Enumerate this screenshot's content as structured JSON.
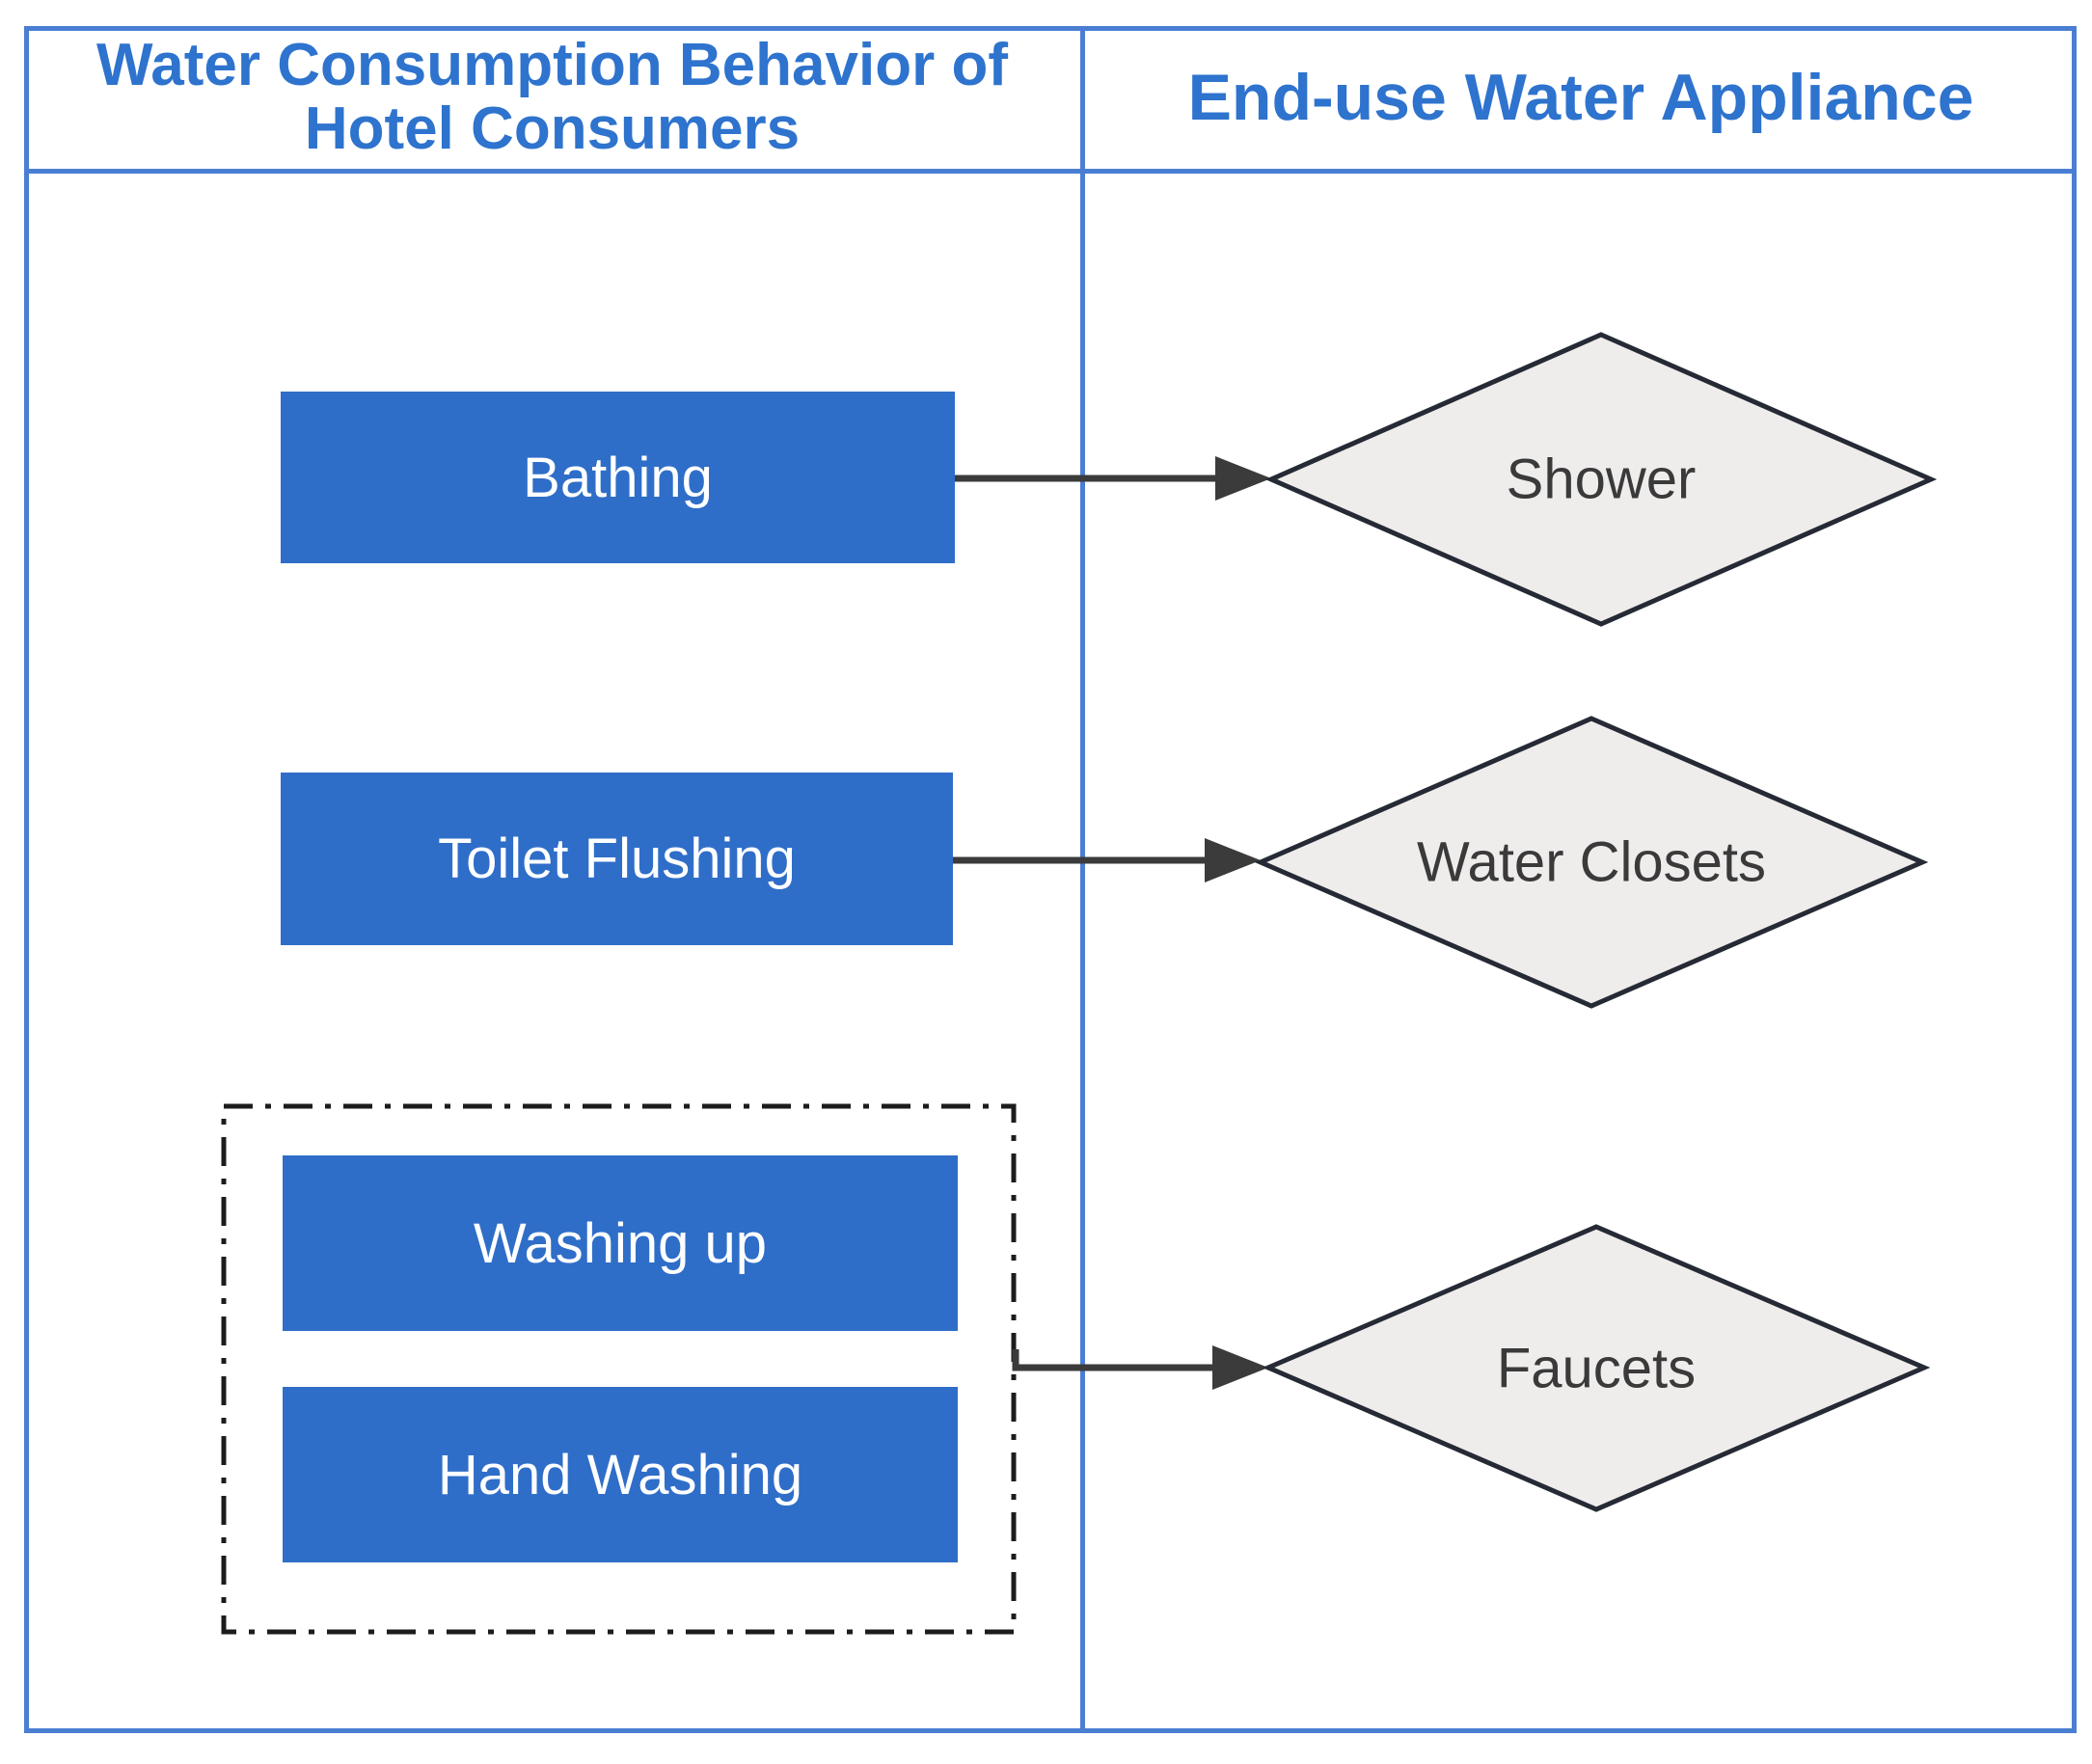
{
  "diagram": {
    "left_column": {
      "header": "Water Consumption Behavior of Hotel Consumers",
      "behaviors": [
        {
          "label": "Bathing"
        },
        {
          "label": "Toilet Flushing"
        },
        {
          "label": "Washing up",
          "grouped": true
        },
        {
          "label": "Hand Washing",
          "grouped": true
        }
      ]
    },
    "right_column": {
      "header": "End-use Water Appliance",
      "appliances": [
        {
          "label": "Shower"
        },
        {
          "label": "Water Closets"
        },
        {
          "label": "Faucets"
        }
      ]
    },
    "connections": [
      {
        "from": "Bathing",
        "to": "Shower"
      },
      {
        "from": "Toilet Flushing",
        "to": "Water Closets"
      },
      {
        "from": "Washing up / Hand Washing (group)",
        "to": "Faucets"
      }
    ],
    "colors": {
      "header_text": "#2e73cd",
      "table_border": "#4a7ed2",
      "behavior_box_fill": "#2f6ec8",
      "behavior_box_text": "#ffffff",
      "appliance_diamond_fill": "#efecec",
      "appliance_diamond_stroke": "#252a35",
      "appliance_text": "#3a3a3a",
      "arrow": "#3b3b3b",
      "group_dash_border": "#1c1c1c"
    }
  }
}
